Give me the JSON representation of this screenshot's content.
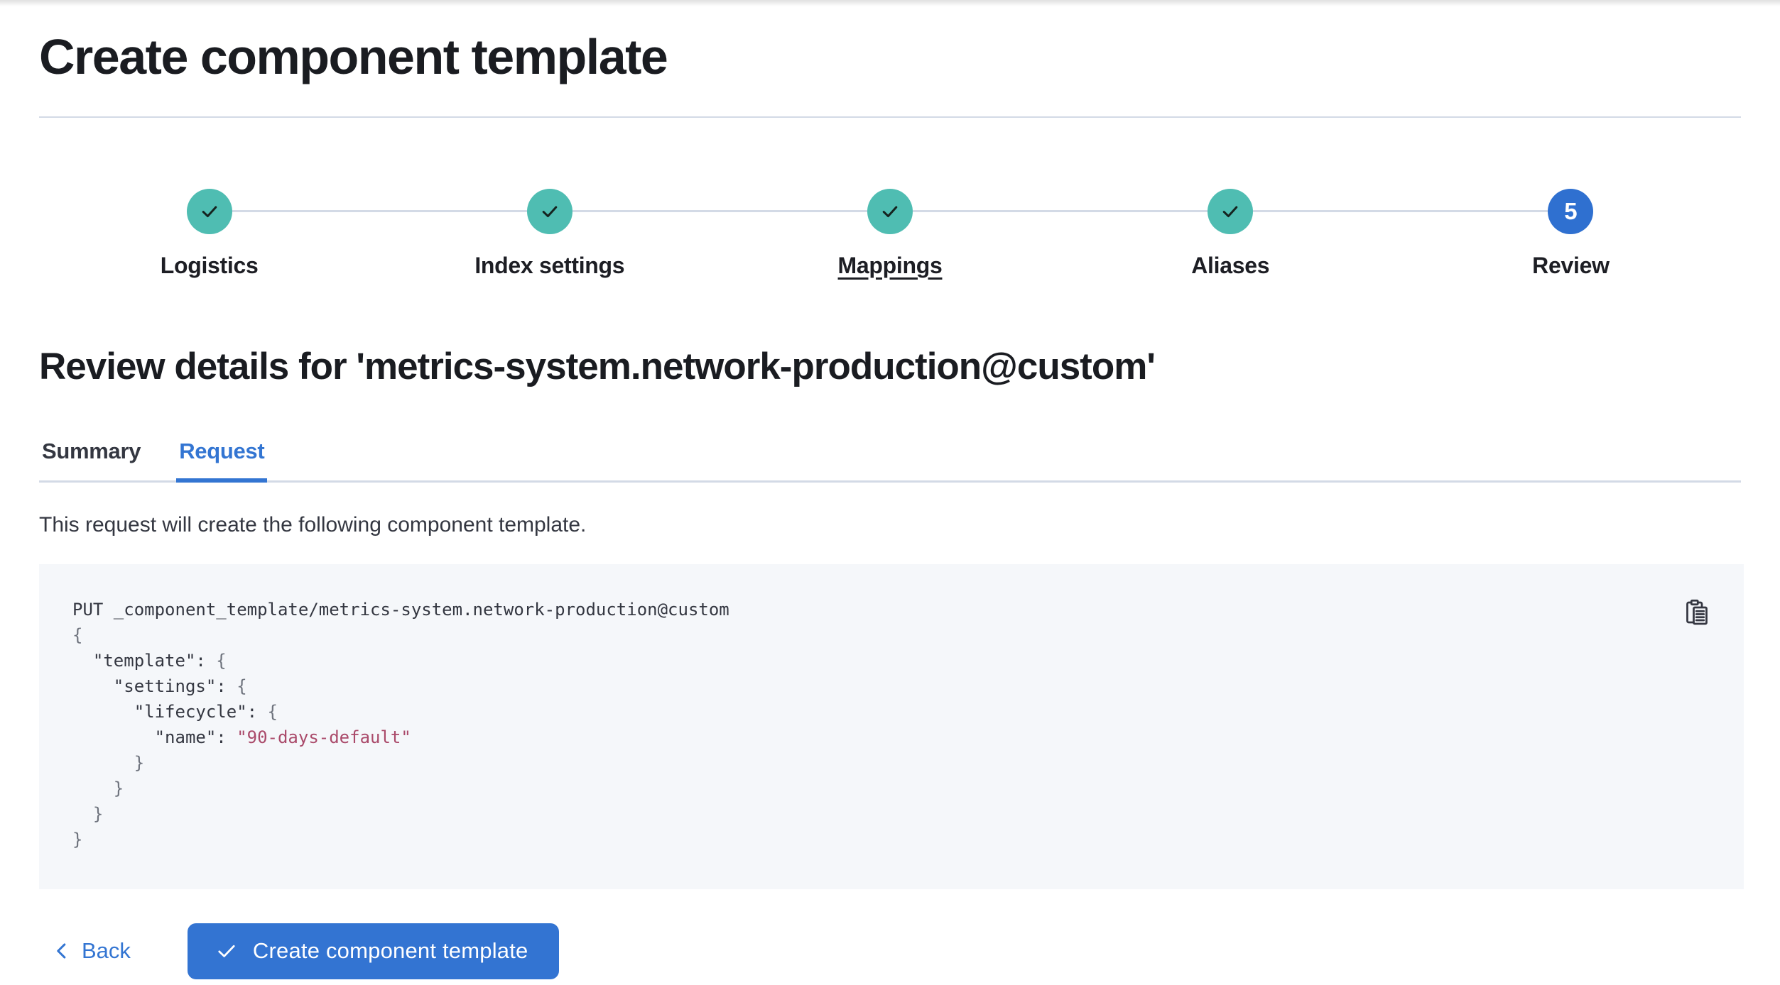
{
  "colors": {
    "primary_blue": "#3374D2",
    "step_current_blue": "#2F70D0",
    "step_complete_teal": "#4FBDB2",
    "heading_text": "#1A1C21",
    "body_text": "#343741",
    "divider": "#D3DAE6",
    "code_background": "#F5F7FA",
    "code_punctuation": "#6E737D",
    "code_string": "#AA4A6A"
  },
  "page": {
    "title": "Create component template"
  },
  "stepper": {
    "steps": [
      {
        "label": "Logistics",
        "status": "complete"
      },
      {
        "label": "Index settings",
        "status": "complete"
      },
      {
        "label": "Mappings",
        "status": "complete",
        "underline": true
      },
      {
        "label": "Aliases",
        "status": "complete"
      },
      {
        "label": "Review",
        "status": "current",
        "number": "5"
      }
    ]
  },
  "review": {
    "heading": "Review details for 'metrics-system.network-production@custom'",
    "tabs": [
      {
        "label": "Summary",
        "active": false
      },
      {
        "label": "Request",
        "active": true
      }
    ],
    "description": "This request will create the following component template."
  },
  "code_block": {
    "copy_icon": "copy-clipboard-icon",
    "lines": [
      [
        {
          "t": "PUT _component_template/metrics-system.network-production@custom",
          "y": "k"
        }
      ],
      [
        {
          "t": "{",
          "y": "p"
        }
      ],
      [
        {
          "t": "  \"template\": ",
          "y": "k"
        },
        {
          "t": "{",
          "y": "p"
        }
      ],
      [
        {
          "t": "    \"settings\": ",
          "y": "k"
        },
        {
          "t": "{",
          "y": "p"
        }
      ],
      [
        {
          "t": "      \"lifecycle\": ",
          "y": "k"
        },
        {
          "t": "{",
          "y": "p"
        }
      ],
      [
        {
          "t": "        \"name\": ",
          "y": "k"
        },
        {
          "t": "\"90-days-default\"",
          "y": "s"
        }
      ],
      [
        {
          "t": "      }",
          "y": "p"
        }
      ],
      [
        {
          "t": "    }",
          "y": "p"
        }
      ],
      [
        {
          "t": "  }",
          "y": "p"
        }
      ],
      [
        {
          "t": "}",
          "y": "p"
        }
      ]
    ]
  },
  "footer": {
    "back_label": "Back",
    "submit_label": "Create component template"
  }
}
